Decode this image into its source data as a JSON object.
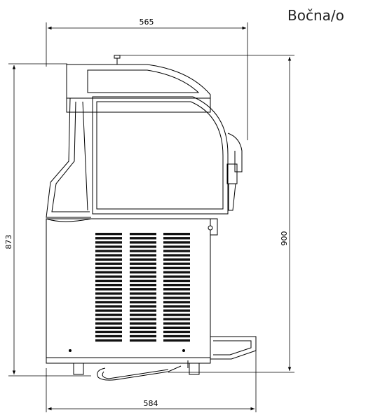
{
  "view_title": "Bočna/o",
  "dimensions": {
    "top_width": "565",
    "bottom_width": "584",
    "left_height": "873",
    "right_height": "900"
  },
  "grille_slat_count": 26
}
